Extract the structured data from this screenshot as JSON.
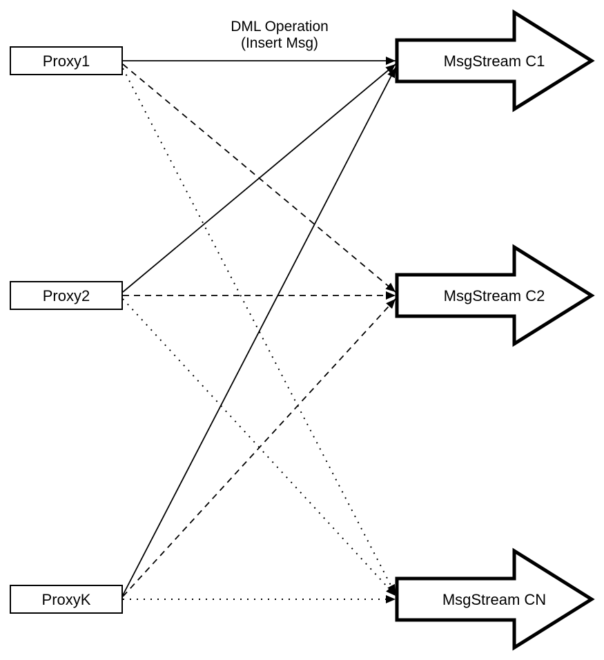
{
  "diagram": {
    "title": {
      "line1": "DML Operation",
      "line2": "(Insert Msg)"
    },
    "proxies": [
      {
        "label": "Proxy1"
      },
      {
        "label": "Proxy2"
      },
      {
        "label": "ProxyK"
      }
    ],
    "streams": [
      {
        "label": "MsgStream C1"
      },
      {
        "label": "MsgStream C2"
      },
      {
        "label": "MsgStream CN"
      }
    ],
    "connections": [
      {
        "from": "Proxy1",
        "to": "MsgStream C1",
        "style": "solid"
      },
      {
        "from": "Proxy1",
        "to": "MsgStream C2",
        "style": "dashed"
      },
      {
        "from": "Proxy1",
        "to": "MsgStream CN",
        "style": "dotted"
      },
      {
        "from": "Proxy2",
        "to": "MsgStream C1",
        "style": "solid"
      },
      {
        "from": "Proxy2",
        "to": "MsgStream C2",
        "style": "dashed"
      },
      {
        "from": "Proxy2",
        "to": "MsgStream CN",
        "style": "dotted"
      },
      {
        "from": "ProxyK",
        "to": "MsgStream C1",
        "style": "solid"
      },
      {
        "from": "ProxyK",
        "to": "MsgStream C2",
        "style": "dashed"
      },
      {
        "from": "ProxyK",
        "to": "MsgStream CN",
        "style": "dotted"
      }
    ],
    "colors": {
      "stroke": "#000000",
      "fill": "#ffffff",
      "background": "#ffffff"
    }
  }
}
